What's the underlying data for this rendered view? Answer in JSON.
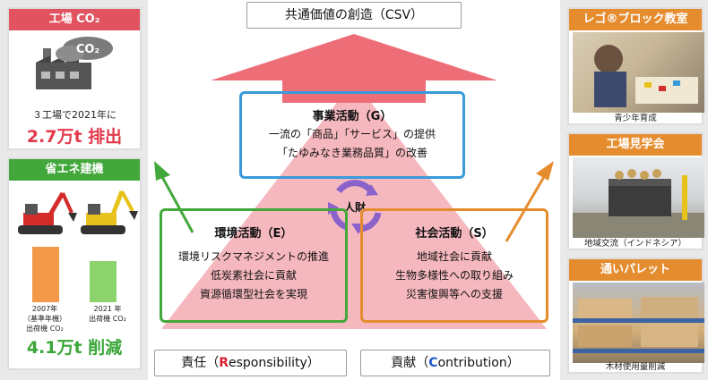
{
  "top_label": "共通価値の創造（CSV）",
  "hub": "人財",
  "business": {
    "title": "事業活動（G）",
    "lines": [
      "一流の「商品」「サービス」の提供",
      "「たゆみなき業務品質」の改善"
    ]
  },
  "environment": {
    "title": "環境活動（E）",
    "lines": [
      "環境リスクマネジメントの推進",
      "低炭素社会に貢献",
      "資源循環型社会を実現"
    ]
  },
  "social": {
    "title": "社会活動（S）",
    "lines": [
      "地域社会に貢献",
      "生物多様性への取り組み",
      "災害復興等への支援"
    ]
  },
  "bottom_left": {
    "prefix": "責任（",
    "initial": "R",
    "rest": "esponsibility）"
  },
  "bottom_right": {
    "prefix": "貢献（",
    "initial": "C",
    "rest": "ontribution）"
  },
  "factory": {
    "title": "工場 CO₂",
    "co2_label": "CO₂",
    "caption": "３工場で2021年に",
    "big": "2.7万t 排出"
  },
  "eco_machines": {
    "title": "省エネ建機",
    "bar_2007": {
      "line1": "2007年",
      "line2": "（基準年機）",
      "line3": "出荷機 CO₂"
    },
    "bar_2021": {
      "line1": "2021 年",
      "line2": "出荷機 CO₂"
    },
    "bars": {
      "y2007": 1.0,
      "y2021": 0.74
    },
    "big": "4.1万t 削減"
  },
  "lego": {
    "title": "レゴ®ブロック教室",
    "caption": "青少年育成"
  },
  "tour": {
    "title": "工場見学会",
    "caption": "地域交流（インドネシア）"
  },
  "pallet": {
    "title": "通いパレット",
    "caption": "木材使用量削減"
  },
  "colors": {
    "red": "#e0535f",
    "green": "#43a83c",
    "orange": "#e58c2f",
    "blue": "#3a9ad9",
    "purple": "#8b62c9"
  }
}
